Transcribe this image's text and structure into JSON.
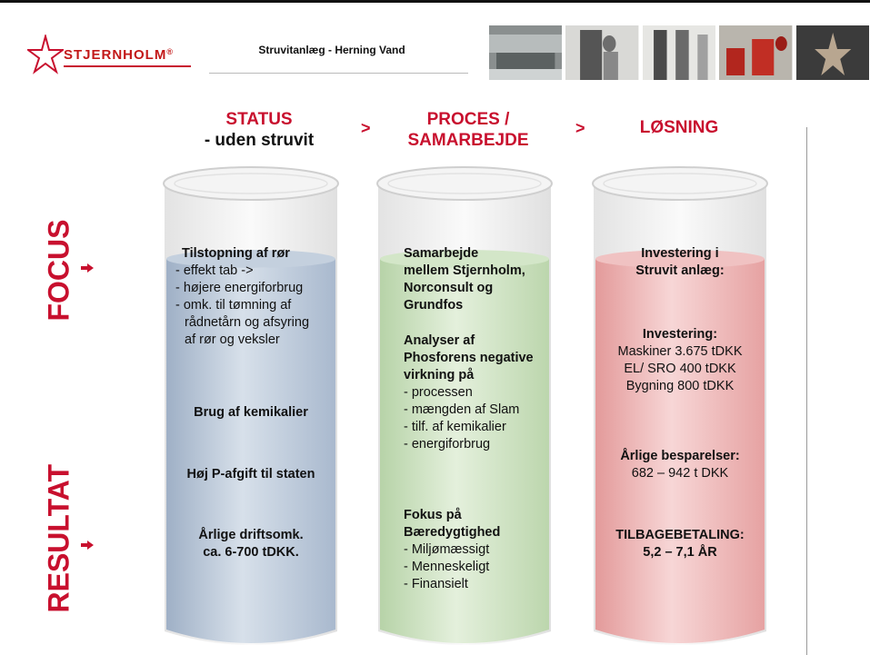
{
  "header": {
    "logo_text": "STJERNHOLM",
    "logo_reg": "®",
    "title": "Struvitanlæg - Herning Vand"
  },
  "columns": {
    "status": {
      "title": "STATUS",
      "subtitle": "- uden struvit"
    },
    "proces": {
      "title_line1": "PROCES /",
      "title_line2": "SAMARBEJDE"
    },
    "losning": {
      "title": "LØSNING"
    },
    "separator": ">"
  },
  "side": {
    "focus": "FOCUS",
    "resultat": "RESULTAT"
  },
  "tube1": {
    "heading": "Tilstopning af rør",
    "items": [
      "- effekt tab ->",
      "- højere energiforbrug",
      "- omk. til tømning af",
      "  rådnetårn og afsyring",
      "  af rør og veksler"
    ],
    "kem": "Brug af kemikalier",
    "afgift": "Høj P-afgift til staten",
    "drift1": "Årlige driftsomk.",
    "drift2": "ca. 6-700 tDKK."
  },
  "tube2": {
    "samarbejde": [
      "Samarbejde",
      "mellem Stjernholm,",
      "Norconsult og",
      "Grundfos"
    ],
    "analyser": [
      "Analyser af",
      "Phosforens negative",
      "virkning på"
    ],
    "analyser_items": [
      "- processen",
      "- mængden af Slam",
      "- tilf. af kemikalier",
      "- energiforbrug"
    ],
    "fokus": [
      "Fokus på",
      "Bæredygtighed"
    ],
    "fokus_items": [
      "- Miljømæssigt",
      "- Menneskeligt",
      "- Finansielt"
    ]
  },
  "tube3": {
    "inv_head1": "Investering i",
    "inv_head2": "Struvit anlæg:",
    "inv_title": "Investering:",
    "inv_items": [
      "Maskiner 3.675 tDKK",
      "EL/ SRO 400 tDKK",
      "Bygning 800 tDKK"
    ],
    "bes_title": "Årlige besparelser:",
    "bes_value": "682 – 942 t  DKK",
    "tilbage_title": "TILBAGEBETALING:",
    "tilbage_value": "5,2 – 7,1 ÅR"
  },
  "colors": {
    "accent_red": "#c8102e",
    "tube_blue": "#b9c7d8",
    "tube_green": "#cfe3c4",
    "tube_red": "#eeb4b4"
  }
}
